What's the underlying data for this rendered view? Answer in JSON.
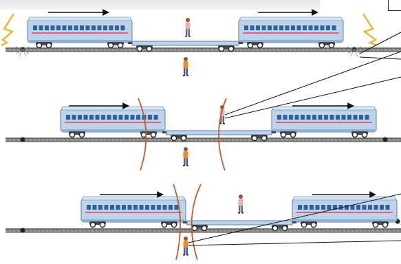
{
  "figure": {
    "panels": [
      {
        "id": "before-flashes",
        "lightning": true,
        "waves": "none",
        "lines_to": "right"
      },
      {
        "id": "waves-meet-observer-on-train",
        "lightning": false,
        "waves": "spreading",
        "lines_to": "train-observer"
      },
      {
        "id": "waves-meet-observer-on-ground",
        "lightning": false,
        "waves": "meeting",
        "lines_to": "ground-observer"
      }
    ],
    "colors": {
      "car_body": "#bcd3ea",
      "car_window": "#2f5f9e",
      "car_stripe": "#e0607e",
      "flatcar": "#bcd3ea",
      "rail": "#555555",
      "wavefront": "#c85a2a",
      "lightning": "#f0b020",
      "observer_ground_shirt": "#f08a24",
      "observer_train_shirt": "#e9b3b0"
    },
    "icons": [
      "train-car-icon",
      "lightning-icon",
      "observer-icon",
      "motion-arrow-icon",
      "wavefront-icon",
      "sight-line-icon"
    ]
  }
}
